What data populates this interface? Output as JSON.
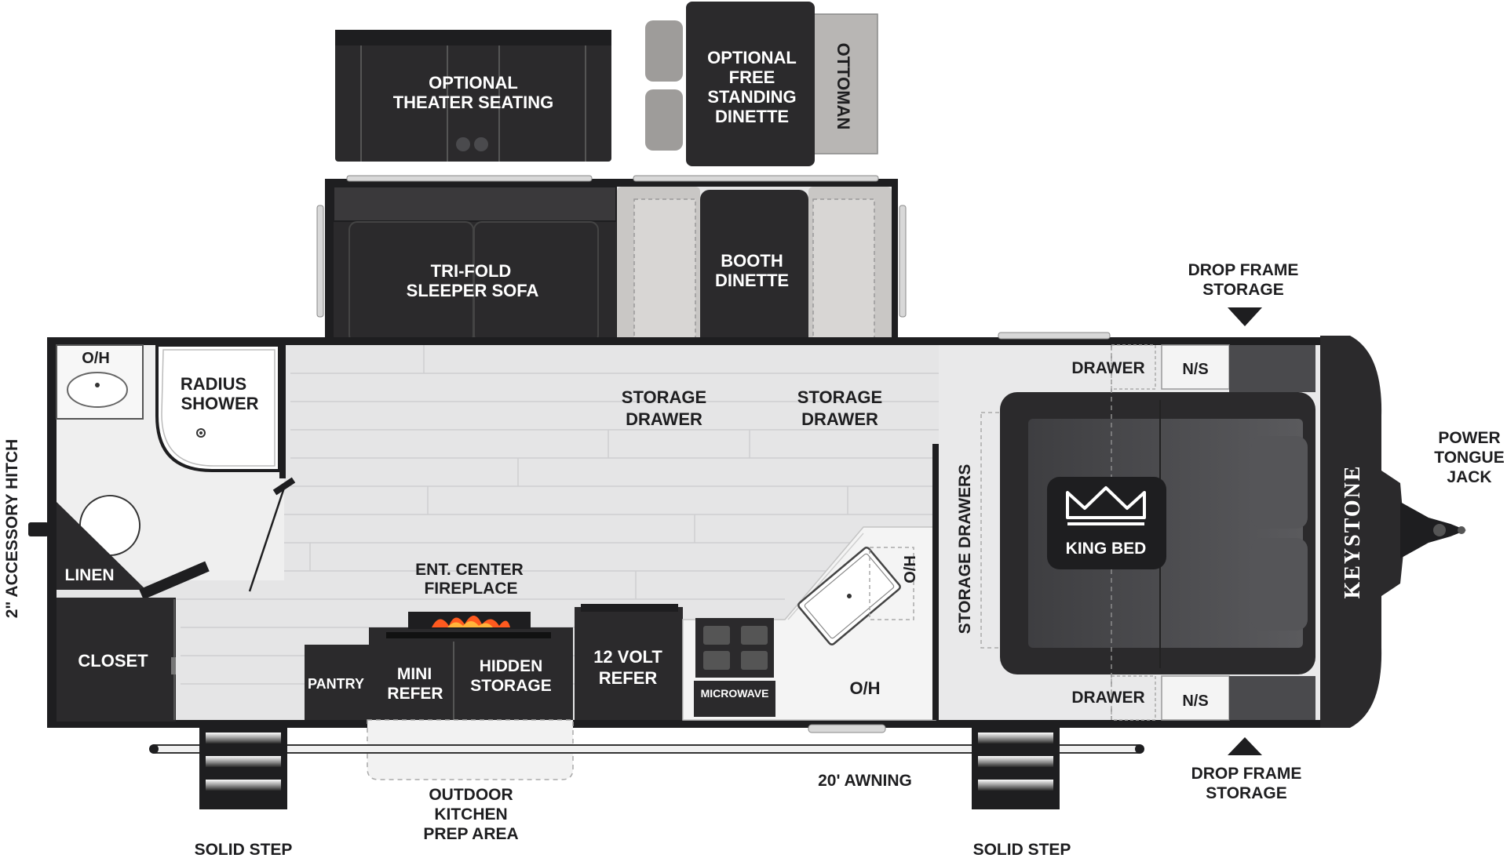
{
  "brand": "KEYSTONE",
  "labels": {
    "theater_seating": [
      "OPTIONAL",
      "THEATER SEATING"
    ],
    "free_dinette": [
      "OPTIONAL",
      "FREE",
      "STANDING",
      "DINETTE"
    ],
    "ottoman": "OTTOMAN",
    "sleeper_sofa": [
      "TRI-FOLD",
      "SLEEPER SOFA"
    ],
    "booth_dinette": [
      "BOOTH",
      "DINETTE"
    ],
    "drop_frame_storage_top": [
      "DROP FRAME",
      "STORAGE"
    ],
    "drop_frame_storage_bottom": [
      "DROP FRAME",
      "STORAGE"
    ],
    "bath_oh": "O/H",
    "radius_shower": [
      "RADIUS",
      "SHOWER"
    ],
    "storage_drawer_left": [
      "STORAGE",
      "DRAWER"
    ],
    "storage_drawer_right": [
      "STORAGE",
      "DRAWER"
    ],
    "drawer_top": "DRAWER",
    "drawer_bottom": "DRAWER",
    "ns_top": "N/S",
    "ns_bottom": "N/S",
    "power_tongue_jack": [
      "POWER",
      "TONGUE",
      "JACK"
    ],
    "accessory_hitch": "2\" ACCESSORY HITCH",
    "linen": "LINEN",
    "closet": "CLOSET",
    "ent_center": [
      "ENT. CENTER",
      "FIREPLACE"
    ],
    "pantry": "PANTRY",
    "mini_refer": [
      "MINI",
      "REFER"
    ],
    "hidden_storage": [
      "HIDDEN",
      "STORAGE"
    ],
    "volt_refer": [
      "12 VOLT",
      "REFER"
    ],
    "microwave": "MICROWAVE",
    "kitchen_oh_side": "O/H",
    "kitchen_oh": "O/H",
    "storage_drawers": "STORAGE DRAWERS",
    "king_bed": "KING BED",
    "awning": "20' AWNING",
    "outdoor_kitchen": [
      "OUTDOOR",
      "KITCHEN",
      "PREP AREA"
    ],
    "solid_step_left": "SOLID STEP",
    "solid_step_right": "SOLID STEP"
  },
  "colors": {
    "dark_furniture": "#2b2a2c",
    "floor": "#e5e5e6",
    "light_upholstery": "#c9c7c5",
    "wall": "#1e1e20",
    "bedroom": "#4a4a4d",
    "fire": "#ff5a1f"
  }
}
